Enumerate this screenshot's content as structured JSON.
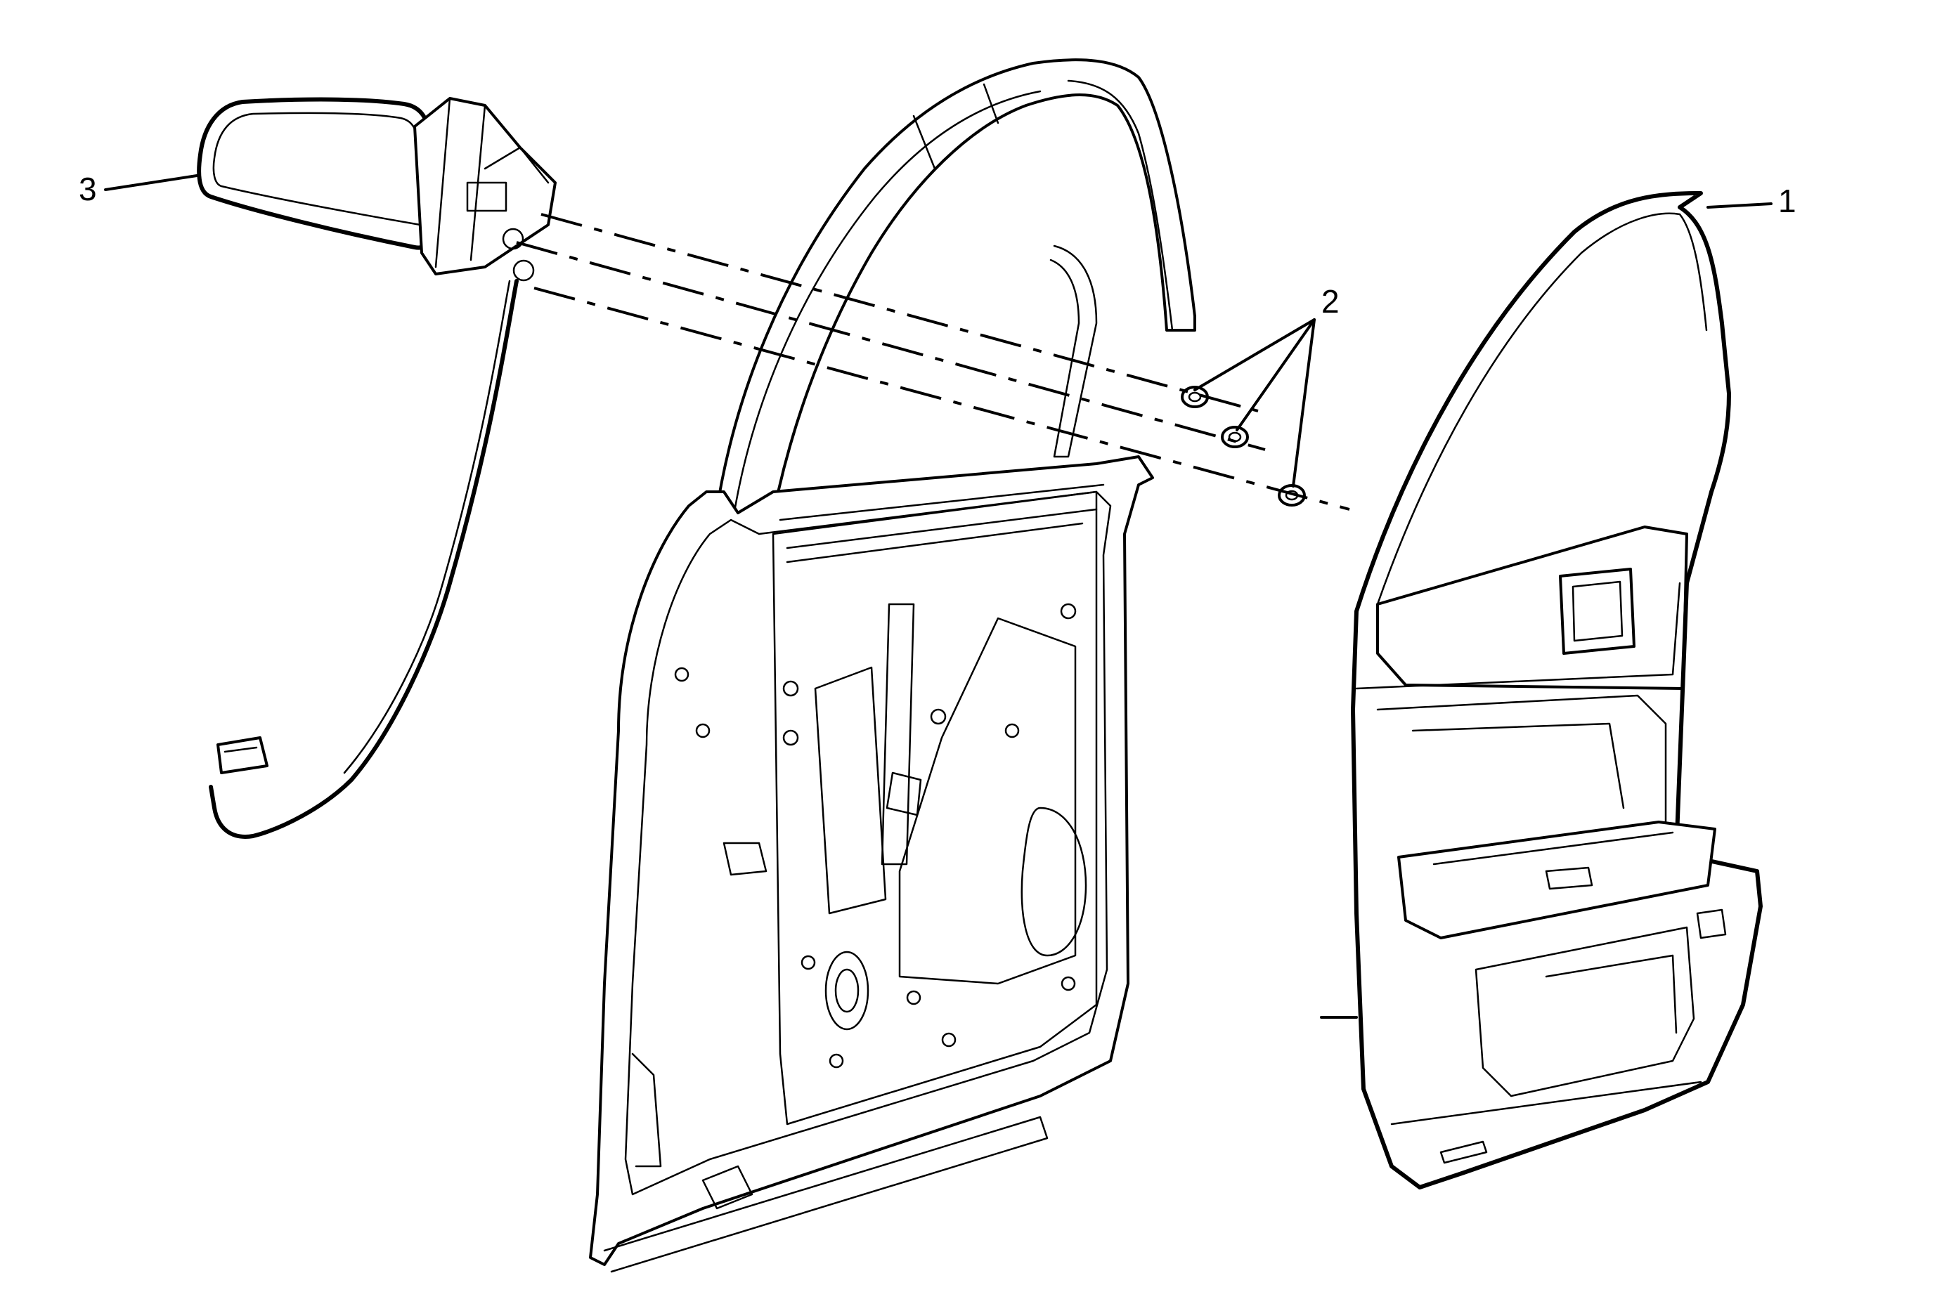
{
  "diagram": {
    "callouts": [
      {
        "id": "1",
        "label": "1",
        "part": "door-trim-panel"
      },
      {
        "id": "2",
        "label": "2",
        "part": "mirror-nuts"
      },
      {
        "id": "3",
        "label": "3",
        "part": "outside-rearview-mirror"
      }
    ]
  },
  "colors": {
    "line": "#000000",
    "background": "#ffffff"
  }
}
